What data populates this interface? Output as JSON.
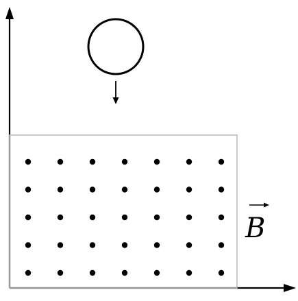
{
  "field": {
    "symbol": "B",
    "rows": 5,
    "cols": 7
  },
  "loop": {
    "motion": "down"
  }
}
